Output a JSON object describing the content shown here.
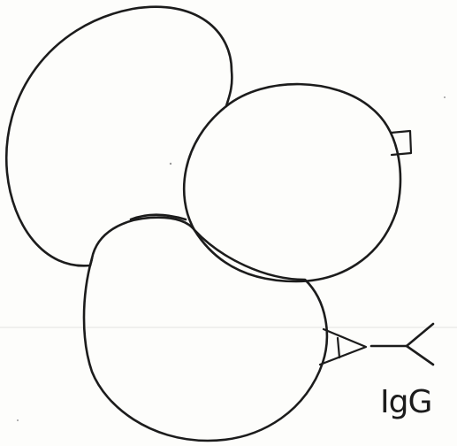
{
  "diagram": {
    "cells": [
      {
        "id": "top-left",
        "shape": "kidney"
      },
      {
        "id": "right",
        "shape": "circle",
        "marker": "square-receptor"
      },
      {
        "id": "bottom",
        "shape": "round",
        "marker": "triangle-receptor"
      }
    ],
    "antibody": {
      "label": "IgG",
      "icon": "y-shaped-antibody-icon"
    },
    "colors": {
      "ink": "#1c1c1c",
      "paper": "#fdfdfb"
    }
  }
}
